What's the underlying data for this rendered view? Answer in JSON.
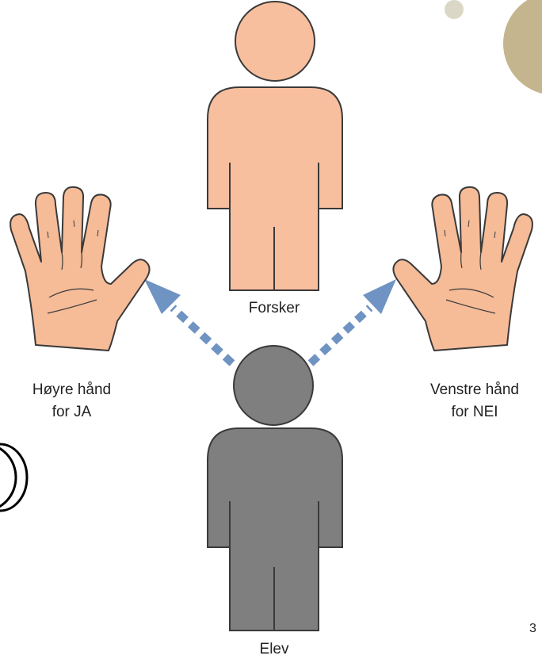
{
  "figures": {
    "researcher": {
      "label": "Forsker",
      "color": "#f8bf9f"
    },
    "student": {
      "label": "Elev",
      "color": "#7f7f7f"
    }
  },
  "hands": {
    "left": {
      "line1": "Høyre hånd",
      "line2": "for JA"
    },
    "right": {
      "line1": "Venstre hånd",
      "line2": "for NEI"
    },
    "skin_color": "#f6bb97"
  },
  "arrow_color": "#6f93c2",
  "page_number": "3",
  "decor_colors": {
    "dot_small": "#dad7c6",
    "dot_large": "#c4b58e"
  }
}
